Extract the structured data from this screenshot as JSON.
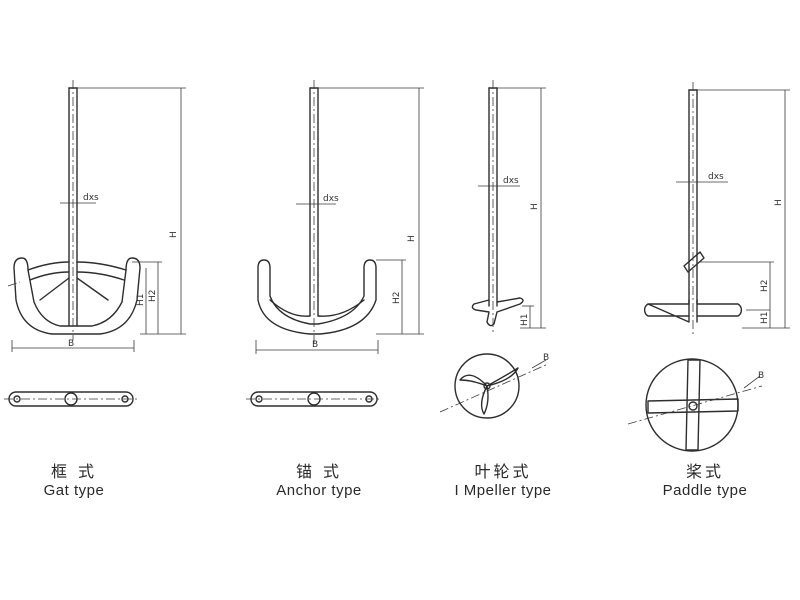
{
  "dimensions": {
    "d": "dxs",
    "h": "H",
    "h1": "H1",
    "h2": "H2",
    "b": "B"
  },
  "agitators": [
    {
      "zh": "框 式",
      "en": "Gat type"
    },
    {
      "zh": "锚 式",
      "en": "Anchor type"
    },
    {
      "zh": "叶轮式",
      "en": "I Mpeller type"
    },
    {
      "zh": "桨式",
      "en": "Paddle type"
    }
  ]
}
